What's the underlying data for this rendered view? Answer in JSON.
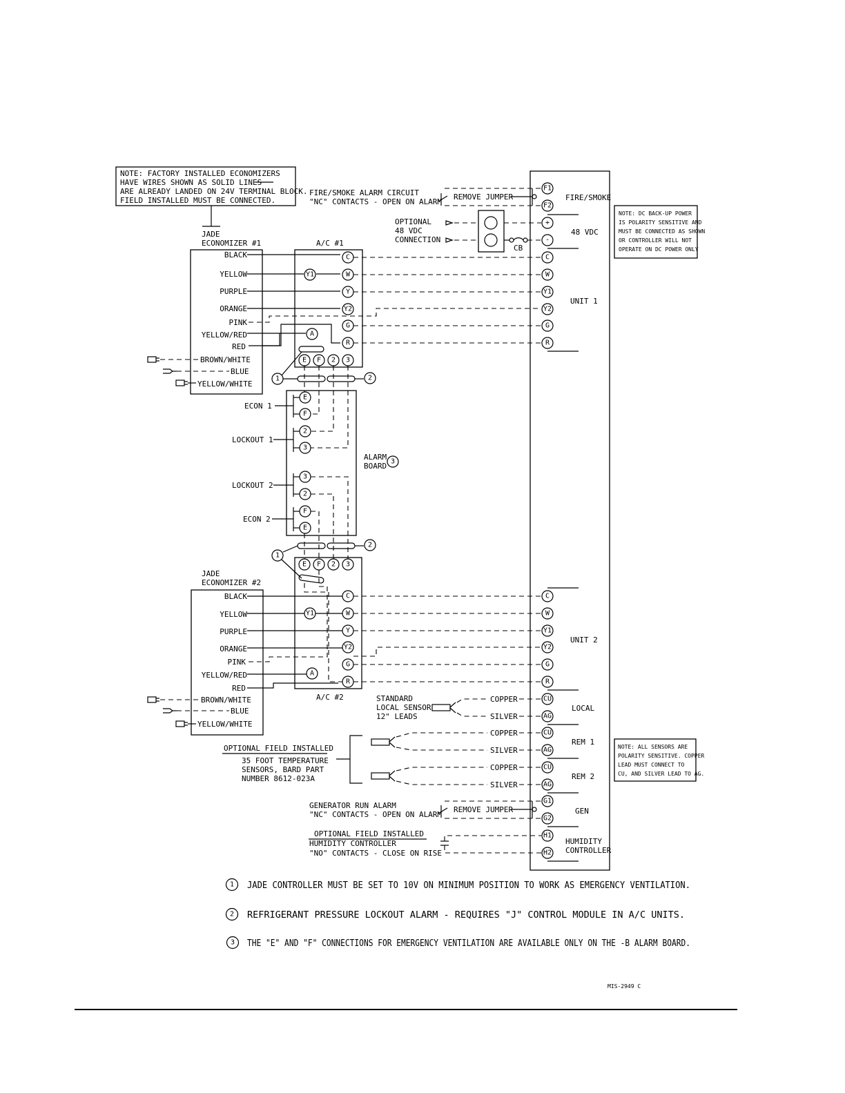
{
  "note_top": [
    "NOTE: FACTORY INSTALLED ECONOMIZERS",
    "HAVE WIRES SHOWN AS SOLID LINES",
    "ARE ALREADY LANDED ON 24V TERMINAL BLOCK.",
    "FIELD INSTALLED MUST BE CONNECTED."
  ],
  "note_dc": [
    "NOTE:  DC BACK-UP POWER",
    "IS POLARITY SENSITIVE AND",
    "MUST BE CONNECTED AS SHOWN",
    "OR CONTROLLER WILL NOT",
    "OPERATE ON DC POWER ONLY"
  ],
  "note_sensors": [
    "NOTE:  ALL SENSORS ARE",
    "POLARITY SENSITIVE. COPPER",
    "LEAD MUST CONNECT TO",
    "CU, AND SILVER LEAD TO AG."
  ],
  "econ1_title": [
    "JADE",
    "ECONOMIZER #1"
  ],
  "econ2_title": [
    "JADE",
    "ECONOMIZER #2"
  ],
  "ac1_label": "A/C #1",
  "ac2_label": "A/C #2",
  "econ_wires": [
    "BLACK",
    "YELLOW",
    "PURPLE",
    "ORANGE",
    "PINK",
    "YELLOW/RED",
    "RED",
    "BROWN/WHITE",
    "BLUE",
    "YELLOW/WHITE"
  ],
  "ac_terminals": [
    "C",
    "W",
    "Y",
    "Y2",
    "G",
    "R"
  ],
  "aux_terminals": {
    "y1": "Y1",
    "a": "A"
  },
  "ac_bottom_terminals": [
    "E",
    "F",
    "2",
    "3"
  ],
  "callouts": {
    "one": "1",
    "two": "2",
    "three": "3"
  },
  "alarm_board": {
    "label": [
      "ALARM",
      "BOARD"
    ],
    "groups": [
      "ECON 1",
      "LOCKOUT 1",
      "LOCKOUT 2",
      "ECON 2"
    ],
    "terminals": [
      "E",
      "F",
      "2",
      "3",
      "3",
      "2",
      "F",
      "E"
    ]
  },
  "fire_smoke": {
    "text": [
      "FIRE/SMOKE ALARM CIRCUIT",
      "\"NC\" CONTACTS - OPEN ON ALARM"
    ],
    "jumper": "REMOVE JUMPER"
  },
  "optional_48": [
    "OPTIONAL",
    "48 VDC",
    "CONNECTION"
  ],
  "cb_label": "CB",
  "controller": {
    "terminals": {
      "f1": "F1",
      "f2": "F2",
      "plus": "+",
      "minus": "-",
      "u1": [
        "C",
        "W",
        "Y1",
        "Y2",
        "G",
        "R"
      ],
      "u2": [
        "C",
        "W",
        "Y1",
        "Y2",
        "G",
        "R"
      ],
      "cu": "CU",
      "ag": "AG",
      "g1": "G1",
      "g2": "G2",
      "h1": "H1",
      "h2": "H2"
    },
    "sections": [
      "FIRE/SMOKE",
      "48 VDC",
      "UNIT 1",
      "UNIT 2",
      "LOCAL",
      "REM 1",
      "REM 2",
      "GEN",
      "HUMIDITY",
      "CONTROLLER"
    ]
  },
  "sensor_std": [
    "STANDARD",
    "LOCAL SENSOR",
    "12\" LEADS"
  ],
  "leads": {
    "copper": "COPPER",
    "silver": "SILVER"
  },
  "opt_sensors": {
    "title": "OPTIONAL FIELD INSTALLED",
    "text": [
      "35 FOOT TEMPERATURE",
      "SENSORS, BARD PART",
      "NUMBER 8612-023A"
    ]
  },
  "gen_alarm": {
    "text": [
      "GENERATOR RUN ALARM",
      "\"NC\" CONTACTS - OPEN ON ALARM"
    ],
    "jumper": "REMOVE JUMPER"
  },
  "humidity": {
    "title": "OPTIONAL FIELD INSTALLED",
    "text": [
      "HUMIDITY CONTROLLER",
      "\"NO\" CONTACTS - CLOSE ON RISE"
    ]
  },
  "footnotes": [
    {
      "num": "1",
      "text": "JADE CONTROLLER MUST BE SET TO 10V ON MINIMUM POSITION TO WORK AS EMERGENCY VENTILATION."
    },
    {
      "num": "2",
      "text": "REFRIGERANT PRESSURE LOCKOUT ALARM - REQUIRES \"J\" CONTROL MODULE IN A/C UNITS."
    },
    {
      "num": "3",
      "text": "THE \"E\" AND \"F\" CONNECTIONS FOR EMERGENCY VENTILATION ARE AVAILABLE ONLY ON THE -B ALARM BOARD."
    }
  ],
  "doc_number": "MIS-2949 C"
}
